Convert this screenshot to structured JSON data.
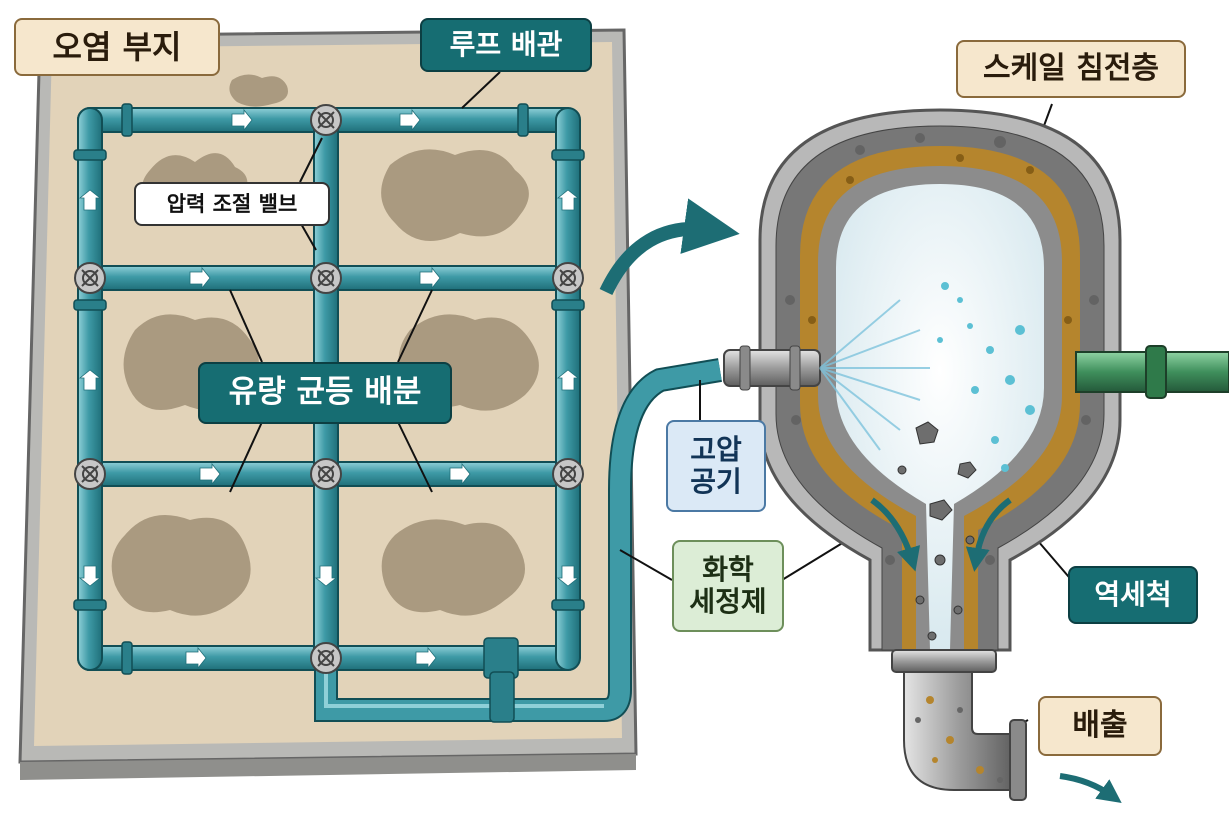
{
  "labels": {
    "contaminated_site": "오염 부지",
    "loop_piping": "루프 배관",
    "pressure_valve": "압력 조절 밸브",
    "uniform_distribution": "유량 균등 배분",
    "scale_layer": "스케일 침전층",
    "high_pressure_air": "고압\n공기",
    "chemical_cleaner": "화학\n세정제",
    "backwash": "역세척",
    "discharge": "배출"
  },
  "colors": {
    "pipe": "#3e9aa6",
    "pipe_dark": "#1f6f79",
    "site_ground": "#e2d3b9",
    "site_frame": "#b9b9b6",
    "contamination": "#a08f75",
    "scale": "#b5852d",
    "water": "#5cc0d4",
    "label_teal": "#166d72",
    "label_cream": "#f6e7cd",
    "air_hose": "#5a8fbf",
    "chem_pipe": "#3f8f5c"
  }
}
